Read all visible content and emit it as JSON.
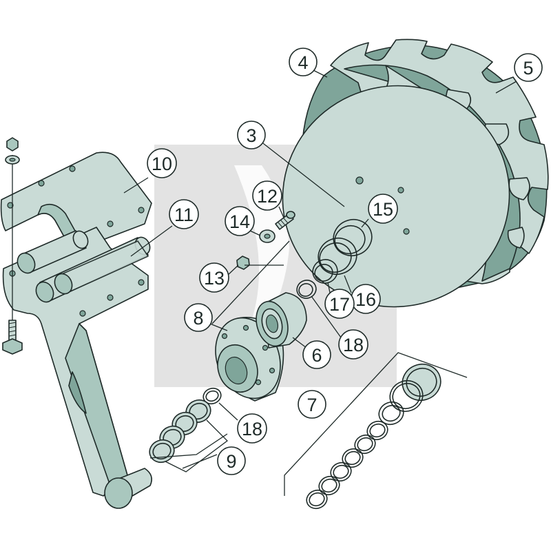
{
  "callouts": [
    {
      "id": "c3",
      "label": "3"
    },
    {
      "id": "c4",
      "label": "4"
    },
    {
      "id": "c5",
      "label": "5"
    },
    {
      "id": "c6",
      "label": "6"
    },
    {
      "id": "c7",
      "label": "7"
    },
    {
      "id": "c8",
      "label": "8"
    },
    {
      "id": "c9",
      "label": "9"
    },
    {
      "id": "c10",
      "label": "10"
    },
    {
      "id": "c11",
      "label": "11"
    },
    {
      "id": "c12",
      "label": "12"
    },
    {
      "id": "c13",
      "label": "13"
    },
    {
      "id": "c14",
      "label": "14"
    },
    {
      "id": "c15",
      "label": "15"
    },
    {
      "id": "c16",
      "label": "16"
    },
    {
      "id": "c17",
      "label": "17"
    },
    {
      "id": "c18a",
      "label": "18"
    },
    {
      "id": "c18b",
      "label": "18"
    }
  ],
  "colors": {
    "part_light": "#c9dbd6",
    "part_dark": "#7fa59a",
    "outline": "#1e2a28",
    "watermark": "#d9d9d9"
  }
}
